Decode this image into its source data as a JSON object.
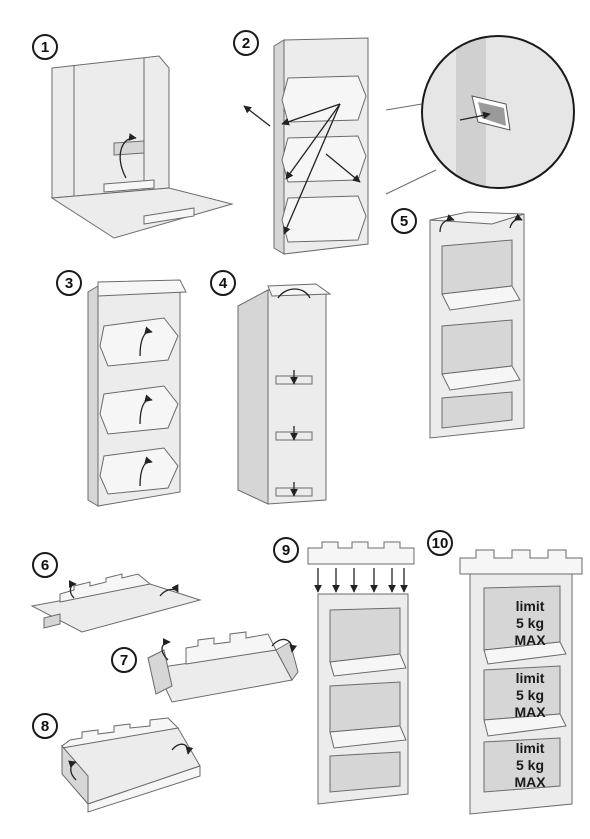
{
  "steps": [
    "1",
    "2",
    "3",
    "4",
    "5",
    "6",
    "7",
    "8",
    "9",
    "10"
  ],
  "load_limit": {
    "line1": "limit",
    "line2": "5 kg",
    "line3": "MAX"
  },
  "colors": {
    "cardboard": "#ececec",
    "shade": "#d6d6d6",
    "edge": "#6b6b6b",
    "ink": "#1a1a1a"
  },
  "icons": [
    "fold-arrow-icon",
    "insert-arrow-icon",
    "magnifier-circle-icon"
  ]
}
